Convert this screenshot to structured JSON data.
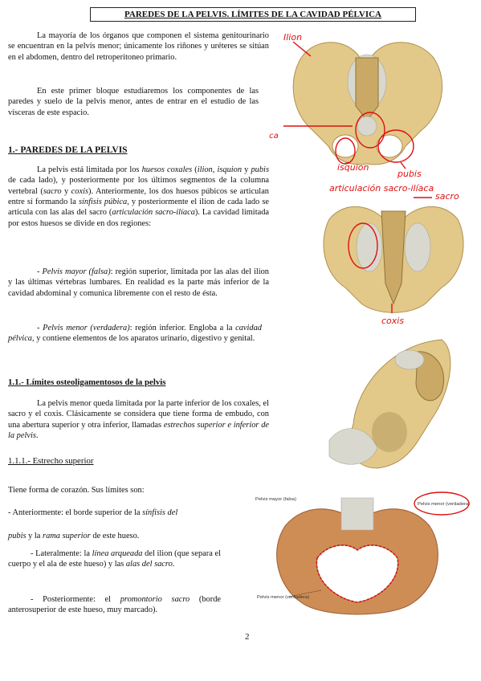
{
  "title": "PAREDES DE LA PELVIS. LÍMITES DE LA CAVIDAD PÉLVICA",
  "intro": {
    "p1": "La mayoría de los órganos que componen el sistema genitourinario se encuentran en la pelvis menor; únicamente los riñones y uréteres se sitúan en el abdomen, dentro del retroperitoneo primario.",
    "p2": "En este primer bloque estudiaremos los componentes de las paredes y suelo de la pelvis menor, antes de entrar en el estudio de las vísceras de este espacio."
  },
  "section1": {
    "heading": "1.- PAREDES DE LA PELVIS",
    "p1": {
      "a": "La pelvis está limitada por los ",
      "b": "huesos coxales",
      "c": " (",
      "d": "ilion, isquion",
      "e": " y ",
      "f": "pubis",
      "g": " de cada lado), y posteriormente por los últimos segmentos de la columna vertebral (",
      "h": "sacro",
      "i": " y ",
      "j": "coxis",
      "k": "). Anteriormente, los dos huesos púbicos se articulan entre sí formando la ",
      "l": "sínfisis púbica",
      "m": ", y posteriormente el ilion de cada lado se articula con las alas del sacro (",
      "n": "articulación sacro-ilíaca",
      "o": "). La cavidad limitada por estos huesos se divide en dos regiones:"
    },
    "p2": {
      "a": "- ",
      "b": "Pelvis mayor (falsa)",
      "c": ": región superior, limitada por las alas del ilion y las últimas vértebras lumbares. En realidad es la parte más inferior de la cavidad abdominal y comunica libremente con el resto de ésta."
    },
    "p3": {
      "a": "- ",
      "b": "Pelvis menor (verdadera)",
      "c": ": región inferior. Engloba a la ",
      "d": "cavidad pélvica",
      "e": ", y contiene elementos de los aparatos urinario, digestivo y genital."
    }
  },
  "section11": {
    "heading": "1.1.- Límites osteoligamentosos de la pelvis",
    "p1": {
      "a": "La pelvis menor queda limitada por la parte inferior de los coxales, el sacro y el coxis. Clásicamente se considera que tiene forma de embudo, con una abertura superior y otra inferior, llamadas ",
      "b": "estrechos superior e inferior de la pelvis",
      "c": "."
    }
  },
  "section111": {
    "heading": "1.1.1.- Estrecho superior",
    "intro": "Tiene forma de corazón. Sus límites son:",
    "ant": {
      "a": "- Anteriormente: el borde superior de la ",
      "b": "sínfisis del",
      "c": "pubis",
      "d": " y la ",
      "e": "rama superior",
      "f": " de este hueso."
    },
    "lat": {
      "a": "- Lateralmente: la ",
      "b": "línea arqueada",
      "c": " del ilion (que separa el cuerpo y el ala de este hueso) y las ",
      "d": "alas del sacro",
      "e": "."
    },
    "post": {
      "a": "- Posteriormente: el ",
      "b": "promontorio sacro",
      "c": " (borde anterosuperior de este hueso, muy marcado)."
    }
  },
  "figures": {
    "fig1": {
      "labels": [
        "Ilion",
        "Sínfisis púbica",
        "isquion",
        "pubis"
      ]
    },
    "fig2": {
      "labels": [
        "articulación sacro-ilíaca",
        "sacro",
        "coxis"
      ]
    },
    "fig4": {
      "labels": [
        "Pelvis mayor (falsa)",
        "Pelvis menor (verdadera)",
        "Pelvis menor (verdadera)"
      ]
    }
  },
  "page_number": "2",
  "colors": {
    "annotation": "#d11",
    "bone": "#e2c98a"
  }
}
